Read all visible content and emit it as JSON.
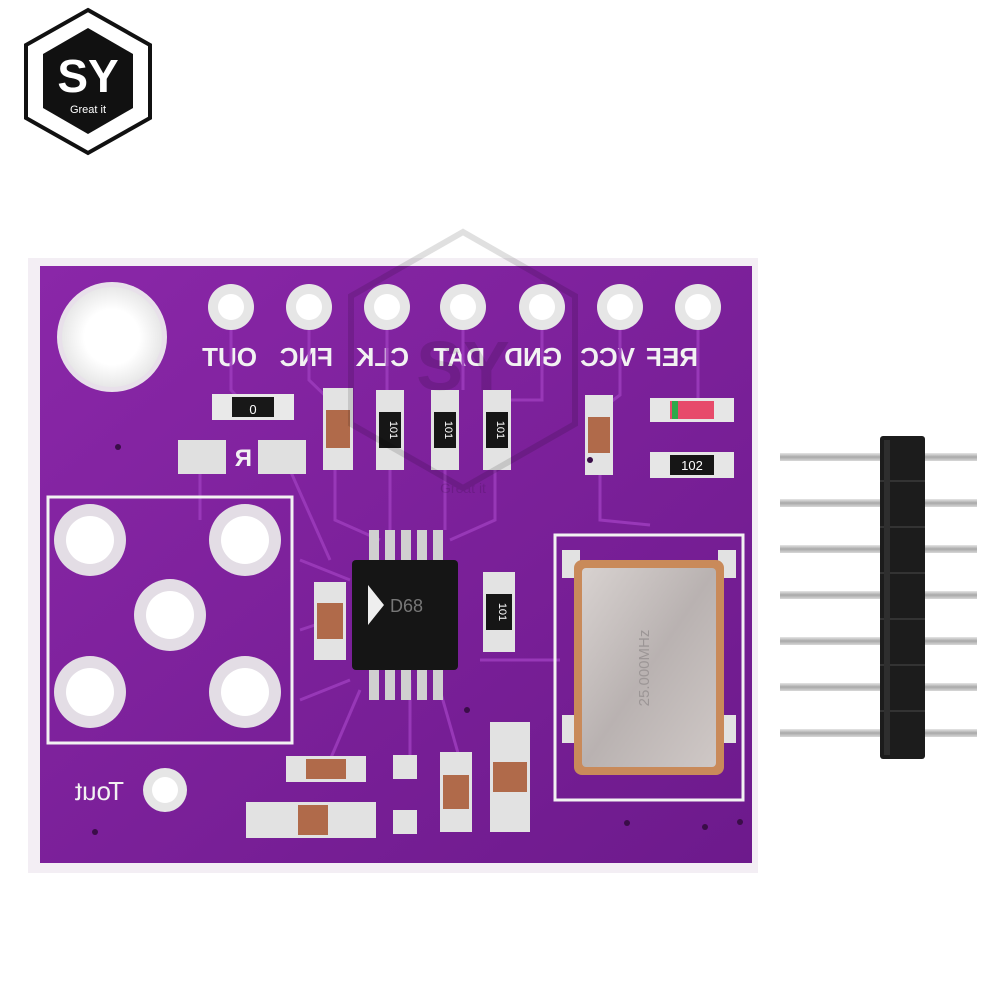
{
  "logo": {
    "letters": "SY",
    "tagline": "Great it"
  },
  "watermark": {
    "letters": "SY",
    "tagline": "Great it"
  },
  "board": {
    "pin_labels": [
      "REF",
      "VCC",
      "GND",
      "DAT",
      "CLK",
      "FNC",
      "OUT"
    ],
    "silkscreen_test": "Tout",
    "silkscreen_r": "R",
    "resistor_codes": [
      "101",
      "101",
      "101",
      "101",
      "102",
      "0"
    ],
    "chip_marking": "D68",
    "oscillator_marking": "25.000MHz",
    "colors": {
      "pcb": "#7a1f9a",
      "silk": "#f2f2f2",
      "pad": "#d9d9d9",
      "chip": "#151515",
      "crystal_rim": "#c98a5a"
    }
  },
  "header_pins": {
    "count": 7,
    "colors": {
      "housing": "#1c1c1c",
      "pin": "#c8c8c8"
    }
  }
}
